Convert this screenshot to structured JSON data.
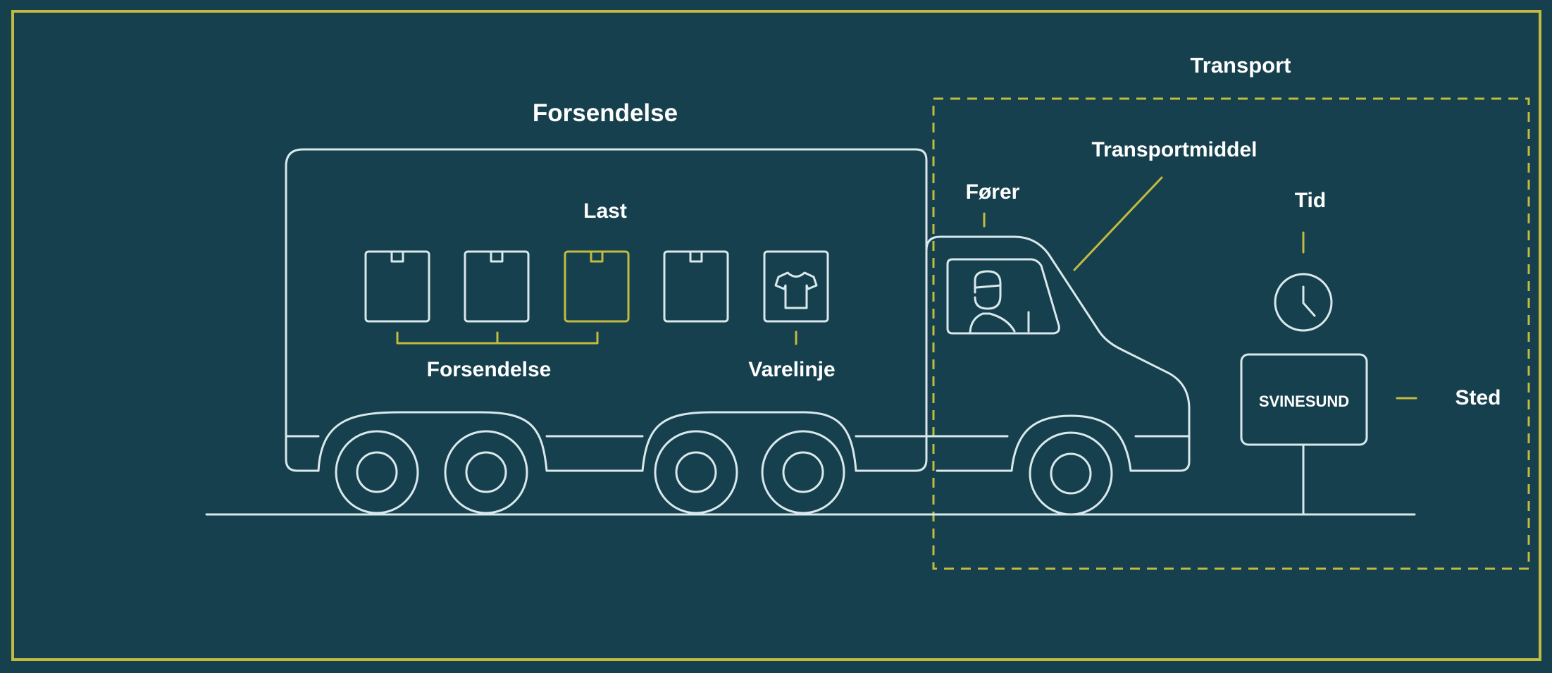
{
  "diagram": {
    "colors": {
      "background": "#16404d",
      "line": "#d9e8ec",
      "accent": "#c3bb3f",
      "text": "#ffffff"
    },
    "labels": {
      "forsendelse_title": "Forsendelse",
      "last": "Last",
      "forsendelse_group": "Forsendelse",
      "varelinje": "Varelinje",
      "transport": "Transport",
      "transportmiddel": "Transportmiddel",
      "forer": "Fører",
      "tid": "Tid",
      "sted": "Sted",
      "sign": "SVINESUND"
    },
    "icons": {
      "boxes": [
        "box-icon",
        "box-icon",
        "box-icon-highlighted",
        "box-icon",
        "shirt-icon"
      ],
      "driver": "driver-icon",
      "clock": "clock-icon",
      "sign": "sign-post-icon"
    }
  }
}
